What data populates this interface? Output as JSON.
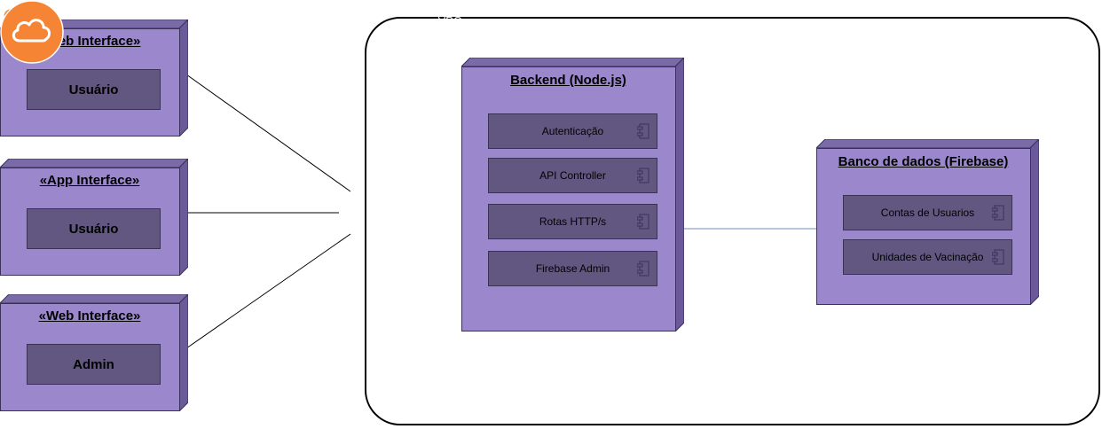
{
  "vpc": {
    "label": "VPC",
    "color": "#f58534"
  },
  "clients": [
    {
      "stereotype": "«Web Interface»",
      "name": "Usuário"
    },
    {
      "stereotype": "«App Interface»",
      "name": "Usuário"
    },
    {
      "stereotype": "«Web Interface»",
      "name": "Admin"
    }
  ],
  "backend": {
    "title": "Backend (Node.js)",
    "components": [
      "Autenticação",
      "API Controller",
      "Rotas HTTP/s",
      "Firebase Admin"
    ]
  },
  "database": {
    "title": "Banco de dados (Firebase)",
    "components": [
      "Contas de Usuarios",
      "Unidades de Vacinação"
    ]
  },
  "colors": {
    "node_fill": "#9b87cc",
    "node_top": "#7b6aa8",
    "node_side": "#6a5a99",
    "inner_fill": "#615780",
    "border": "#3a3159",
    "gateway_fill": "#f58534"
  },
  "icons": {
    "gateway": "internet-gateway-cloud-icon",
    "component": "uml-component-icon"
  }
}
